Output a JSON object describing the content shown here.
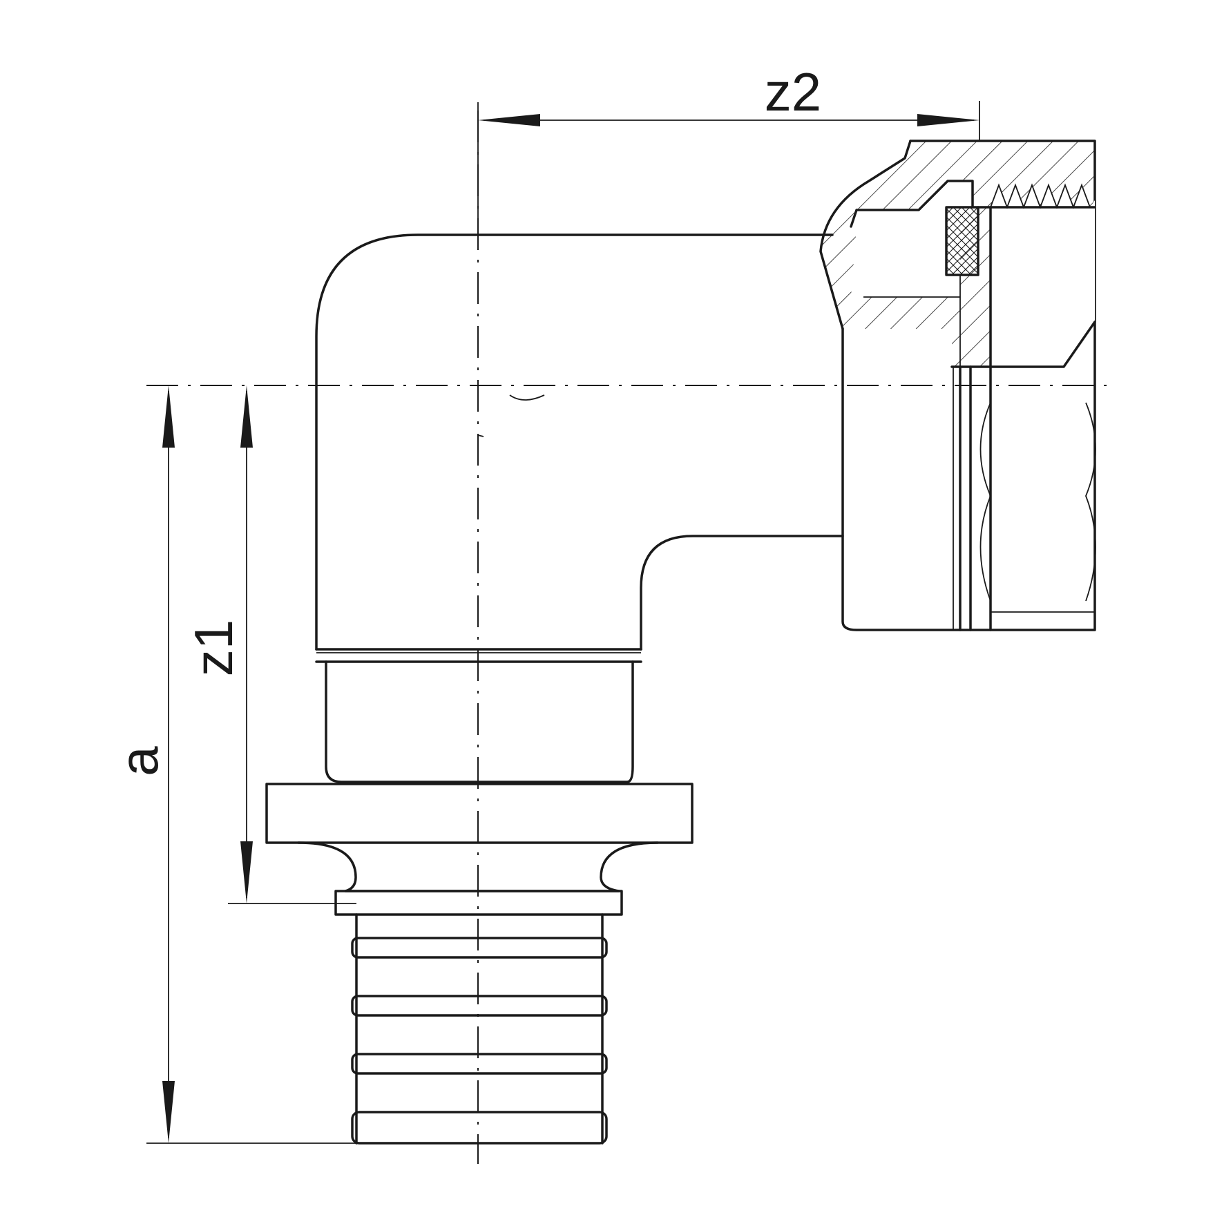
{
  "drawing": {
    "dimensions": {
      "z2": "z2",
      "z1": "z1",
      "a": "a"
    }
  }
}
